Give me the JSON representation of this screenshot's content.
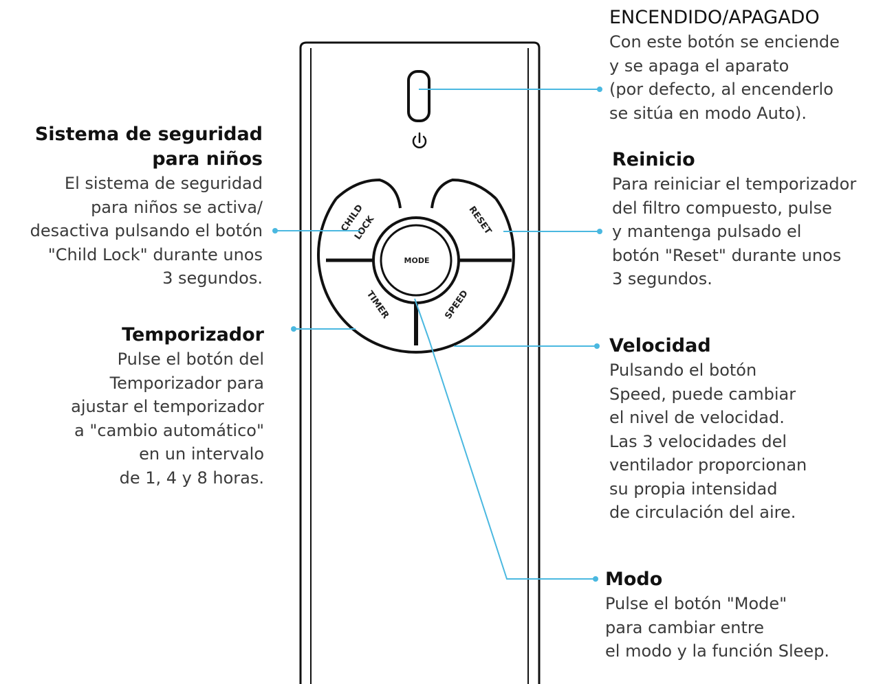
{
  "remote": {
    "buttons": {
      "child_lock_line1": "CHILD",
      "child_lock_line2": "LOCK",
      "reset": "RESET",
      "mode": "MODE",
      "timer": "TIMER",
      "speed": "SPEED"
    }
  },
  "annotations": {
    "power": {
      "title": "ENCENDIDO/APAGADO",
      "lines": [
        "Con este botón se enciende",
        "y se apaga el aparato",
        "(por defecto, al encenderlo",
        "se sitúa en modo Auto)."
      ]
    },
    "child_lock": {
      "title_lines": [
        "Sistema de seguridad",
        "para niños"
      ],
      "lines": [
        "El sistema de seguridad",
        "para niños se activa/",
        "desactiva pulsando el botón",
        "\"Child Lock\" durante unos",
        "3 segundos."
      ]
    },
    "reset": {
      "title": "Reinicio",
      "lines": [
        "Para reiniciar el temporizador",
        "del filtro compuesto, pulse",
        "y mantenga pulsado el",
        "botón \"Reset\" durante unos",
        "3 segundos."
      ]
    },
    "timer": {
      "title": "Temporizador",
      "lines": [
        "Pulse el botón del",
        "Temporizador para",
        "ajustar el temporizador",
        "a \"cambio automático\"",
        "en un intervalo",
        "de 1, 4 y 8 horas."
      ]
    },
    "speed": {
      "title": "Velocidad",
      "lines": [
        "Pulsando el botón",
        "Speed, puede cambiar",
        "el nivel de velocidad.",
        "Las 3 velocidades del",
        "ventilador proporcionan",
        "su propia intensidad",
        "de circulación del aire."
      ]
    },
    "mode": {
      "title": "Modo",
      "lines": [
        "Pulse el botón \"Mode\"",
        "para cambiar entre",
        "el modo y la función Sleep."
      ]
    }
  },
  "colors": {
    "callout": "#4ab8e0",
    "outline": "#111111"
  }
}
